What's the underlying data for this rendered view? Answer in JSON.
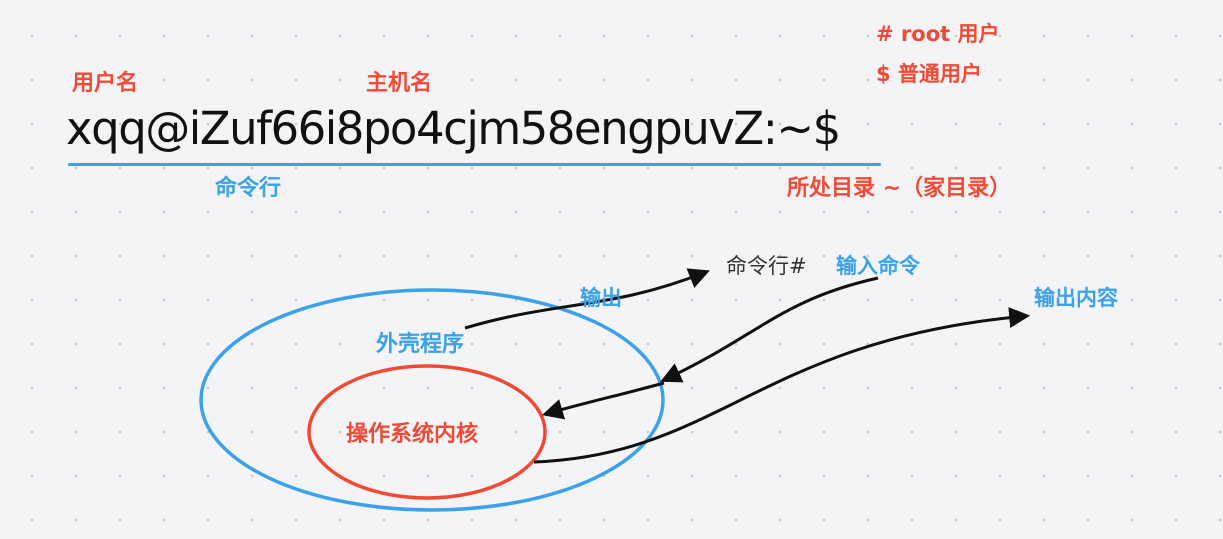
{
  "prompt": {
    "text": "xqq@iZuf66i8po4cjm58engpuvZ:~$"
  },
  "labels": {
    "username": "用户名",
    "hostname": "主机名",
    "root_user": "# root 用户",
    "normal_user": "$ 普通用户",
    "command_line": "命令行",
    "current_dir": "所处目录 ~（家目录）",
    "output": "输出",
    "cmdline_hash": "命令行#",
    "input_command": "输入命令",
    "output_content": "输出内容",
    "shell": "外壳程序",
    "kernel": "操作系统内核"
  },
  "colors": {
    "red": "#f04a36",
    "blue": "#3aa2ea",
    "text": "#111111",
    "arrow": "#111111"
  }
}
